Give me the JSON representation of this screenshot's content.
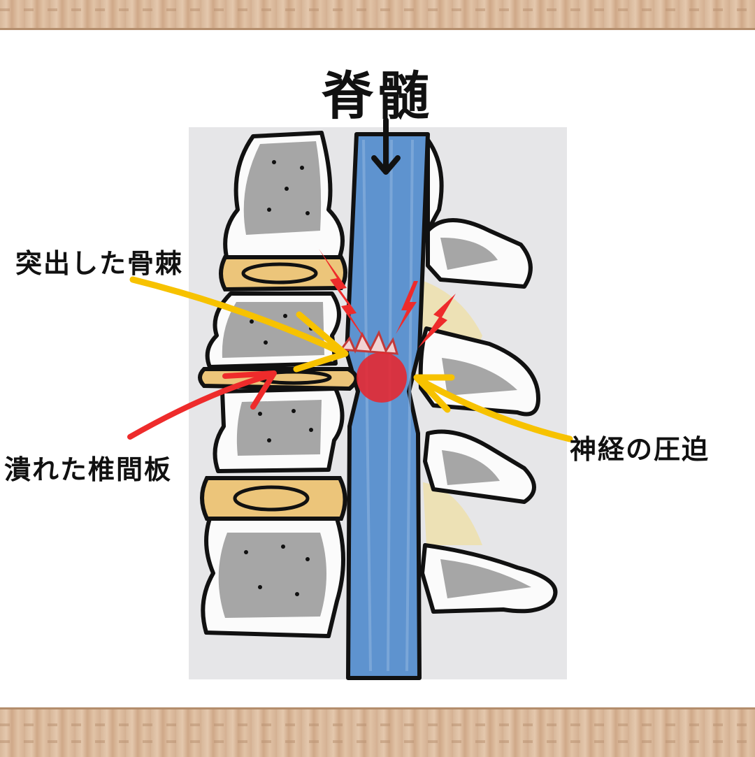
{
  "title": "脊髄",
  "labels": {
    "osteophyte": "突出した骨棘",
    "disc": "潰れた椎間板",
    "compression": "神経の圧迫"
  },
  "colors": {
    "spinal_cord": "#5e93cf",
    "disc": "#ecc57a",
    "vertebra": "#9a9a9a",
    "arrow_yellow": "#f7c200",
    "arrow_red": "#ee2b2b",
    "compression_point": "#e8262e",
    "frame": "#d8b79a"
  },
  "icons": [
    "arrow-down-icon",
    "lightning-icon"
  ]
}
